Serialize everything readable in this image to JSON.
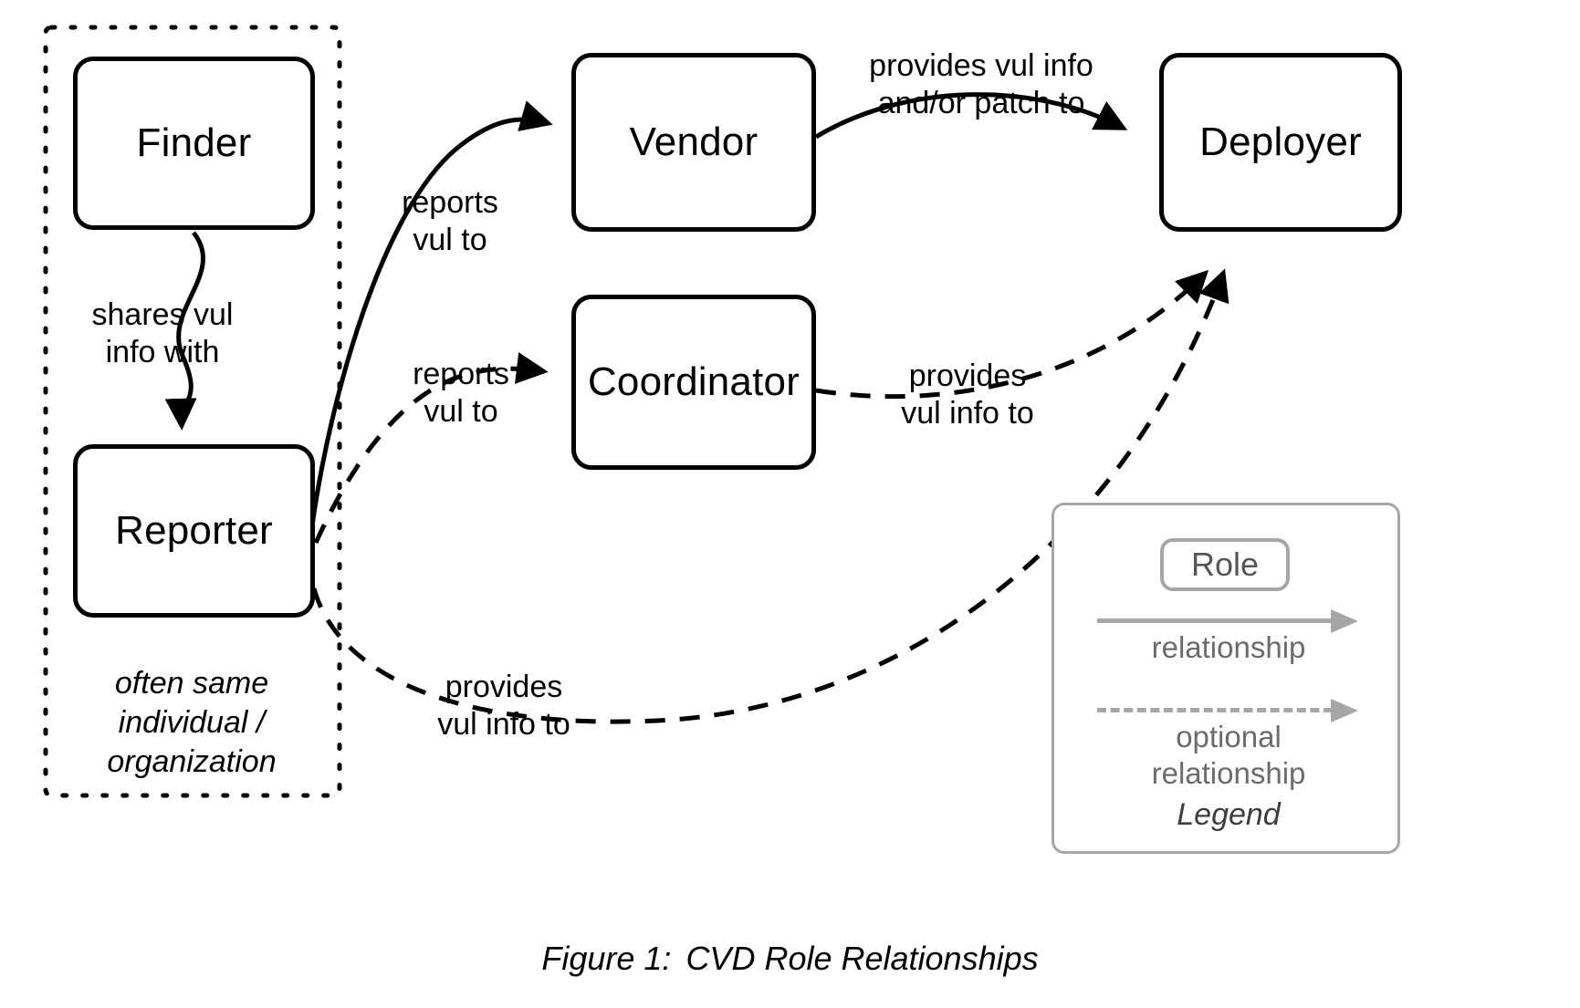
{
  "figure": {
    "caption_label": "Figure 1:",
    "caption_title": "CVD Role Relationships"
  },
  "roles": {
    "finder": "Finder",
    "reporter": "Reporter",
    "vendor": "Vendor",
    "coordinator": "Coordinator",
    "deployer": "Deployer"
  },
  "group_note": "often same\nindividual /\norganization",
  "edges": [
    {
      "id": "finder-to-reporter",
      "from": "Finder",
      "to": "Reporter",
      "label": "shares vul\ninfo with",
      "style": "solid"
    },
    {
      "id": "reporter-to-vendor",
      "from": "Reporter",
      "to": "Vendor",
      "label": "reports\nvul to",
      "style": "solid"
    },
    {
      "id": "reporter-to-coordinator",
      "from": "Reporter",
      "to": "Coordinator",
      "label": "reports\nvul to",
      "style": "dashed"
    },
    {
      "id": "vendor-to-deployer",
      "from": "Vendor",
      "to": "Deployer",
      "label": "provides vul info\nand/or patch to",
      "style": "solid"
    },
    {
      "id": "coordinator-to-deployer",
      "from": "Coordinator",
      "to": "Deployer",
      "label": "provides\nvul info to",
      "style": "dashed"
    },
    {
      "id": "reporter-to-deployer",
      "from": "Reporter",
      "to": "Deployer",
      "label": "provides\nvul info to",
      "style": "dashed"
    }
  ],
  "legend": {
    "role_chip": "Role",
    "relationship": "relationship",
    "optional_relationship": "optional\nrelationship",
    "title": "Legend"
  },
  "colors": {
    "stroke": "#000000",
    "legend_gray": "#a6a6a6",
    "legend_text": "#6b6b6b",
    "background": "#ffffff"
  }
}
